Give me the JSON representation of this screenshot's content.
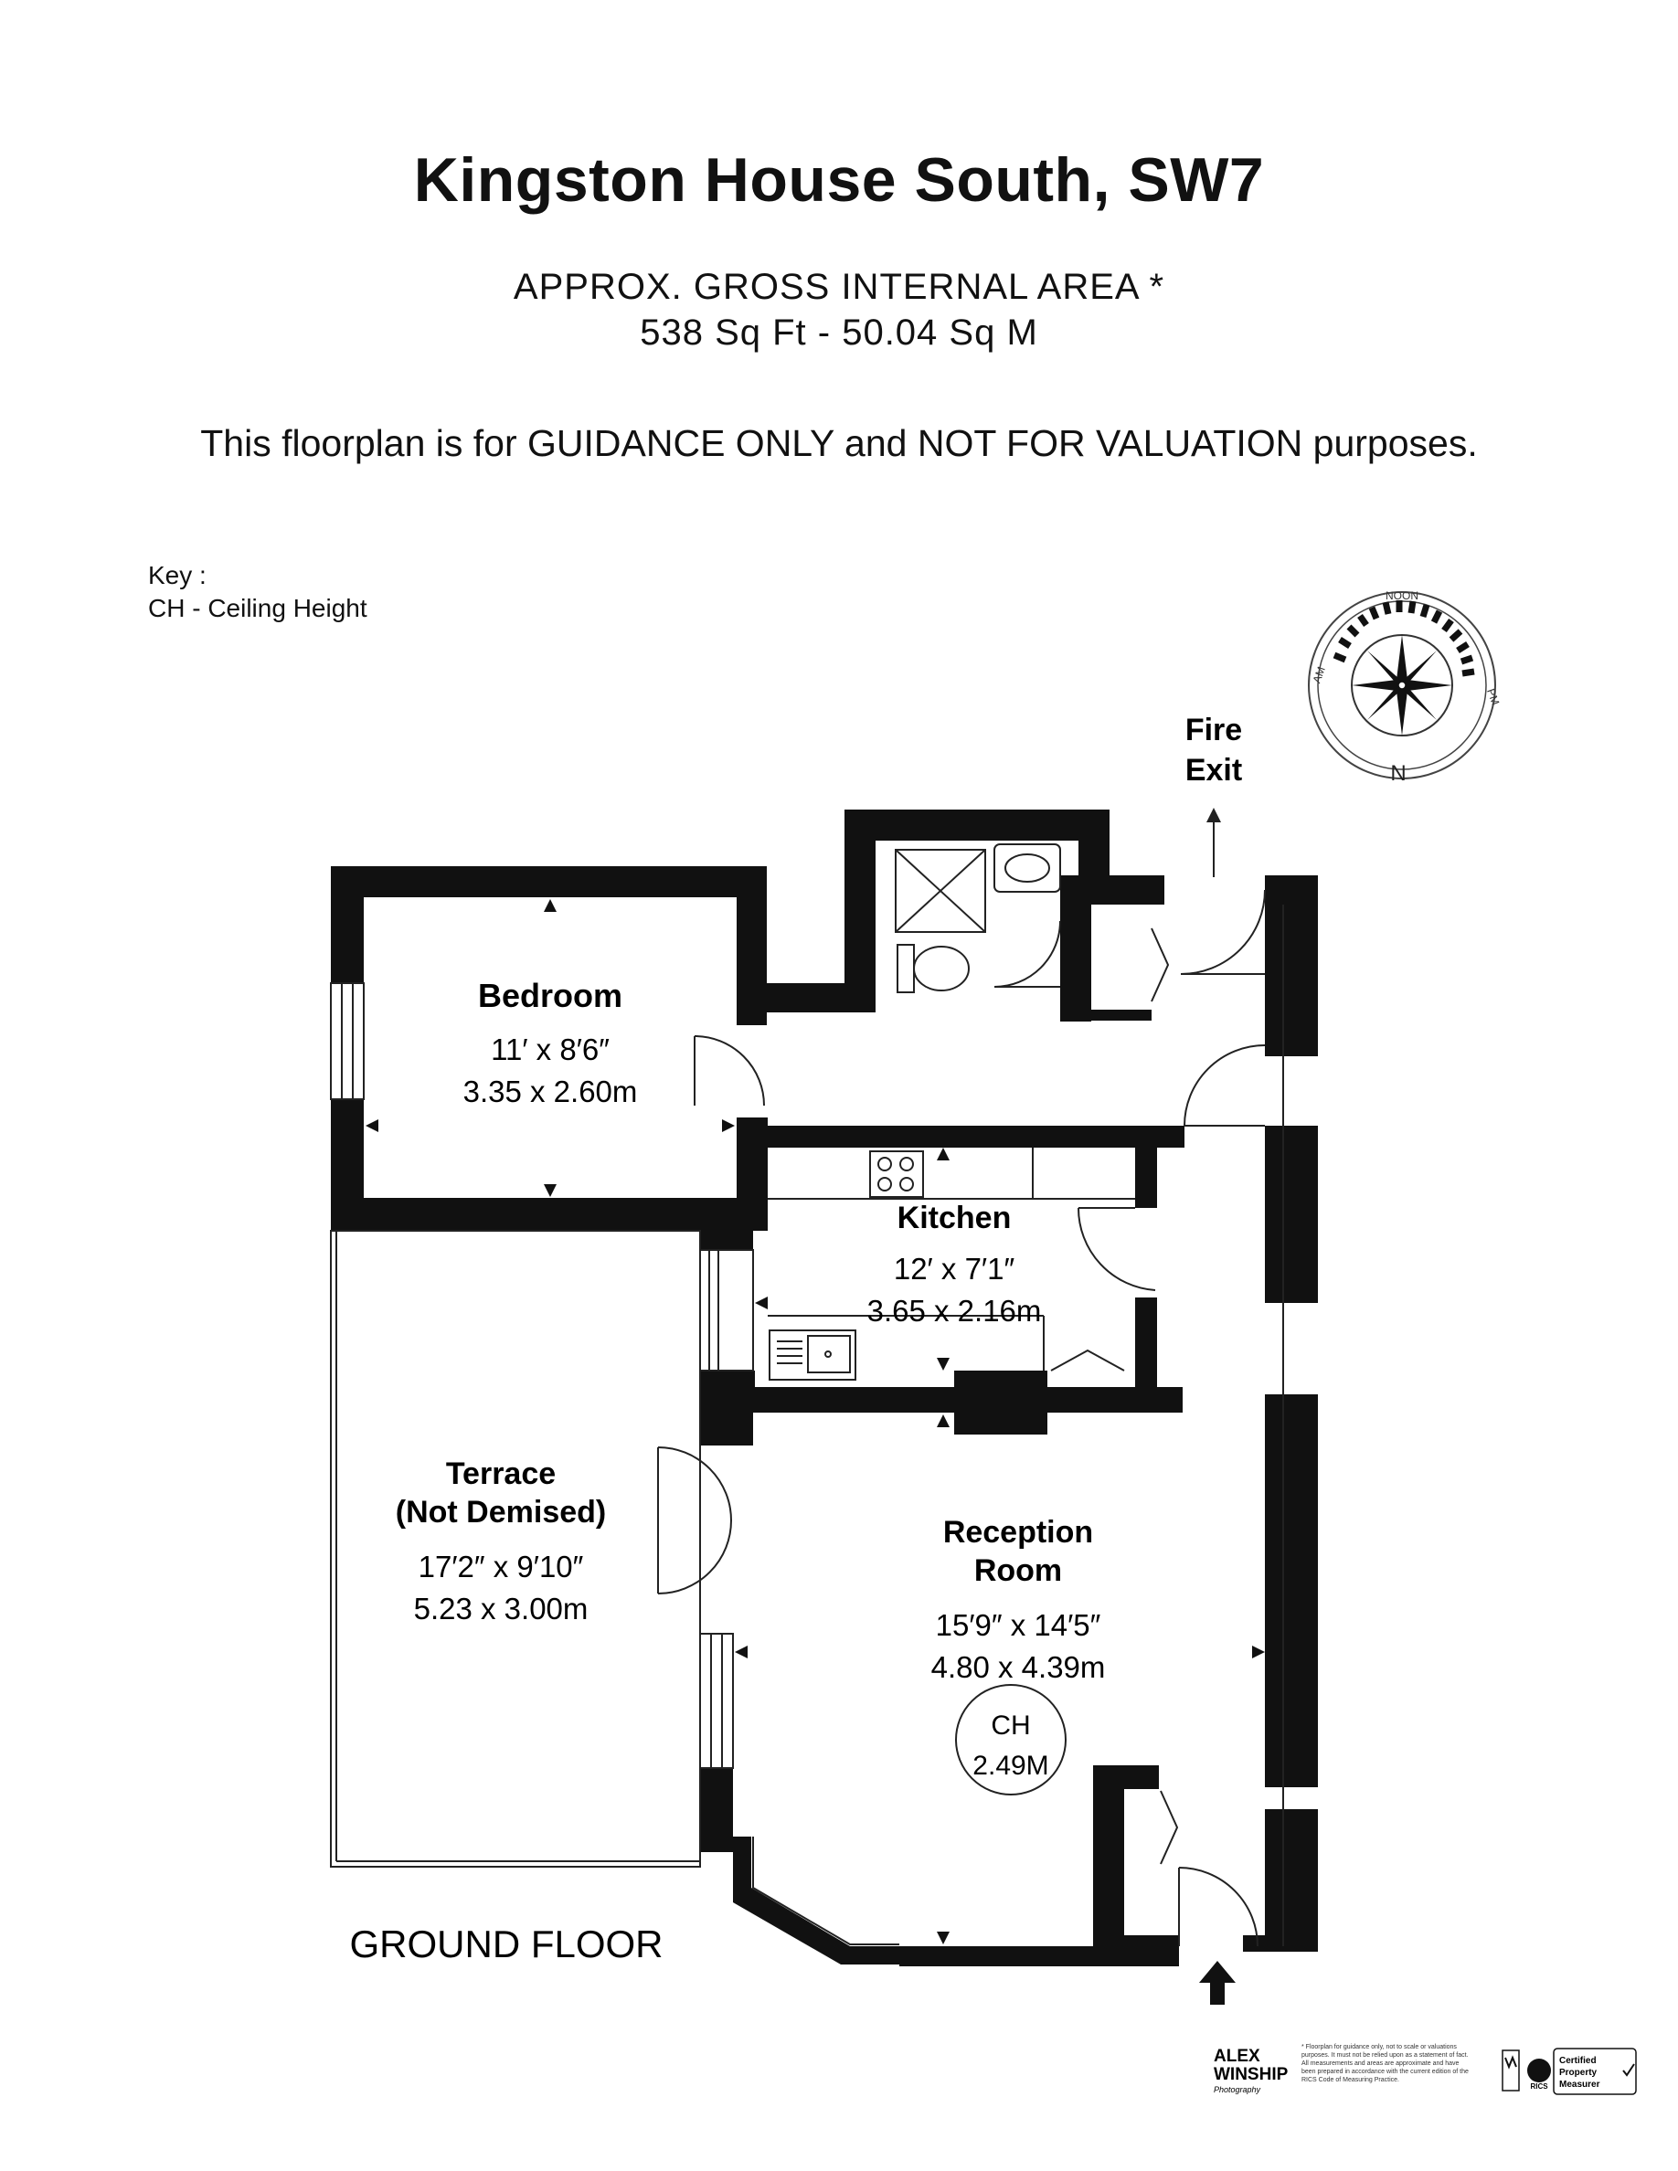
{
  "header": {
    "title": "Kingston House South, SW7",
    "area_label": "APPROX. GROSS INTERNAL  AREA *",
    "area_value": "538 Sq Ft  -  50.04 Sq M",
    "disclaimer": "This floorplan is for GUIDANCE ONLY and NOT FOR VALUATION purposes."
  },
  "key": {
    "title": "Key :",
    "item": "CH - Ceiling Height"
  },
  "rooms": {
    "bedroom": {
      "name": "Bedroom",
      "imperial": "11′ x 8′6″",
      "metric": "3.35 x 2.60m"
    },
    "kitchen": {
      "name": "Kitchen",
      "imperial": "12′ x 7′1″",
      "metric": "3.65 x 2.16m"
    },
    "terrace": {
      "name_line1": "Terrace",
      "name_line2": "(Not Demised)",
      "imperial": "17′2″ x 9′10″",
      "metric": "5.23 x 3.00m"
    },
    "reception": {
      "name_line1": "Reception",
      "name_line2": "Room",
      "imperial": "15′9″ x 14′5″",
      "metric": "4.80 x 4.39m"
    }
  },
  "ceiling_height": {
    "label": "CH",
    "value": "2.49M"
  },
  "fire_exit": {
    "line1": "Fire",
    "line2": "Exit"
  },
  "floor_label": "GROUND FLOOR",
  "compass": {
    "noon": "NOON",
    "am": "AM",
    "pm": "PM",
    "north": "N"
  },
  "footer": {
    "brand_line1": "ALEX",
    "brand_line2": "WINSHIP",
    "brand_line3": "Photography",
    "fine_print": "* Floorplan for guidance only, not to scale or valuations purposes. It must not be relied upon as a statement of fact. All measurements and areas are approximate and have been prepared in accordance with the current edition of the RICS Code of Measuring Practice.",
    "rics": "RICS",
    "certified_line1": "Certified",
    "certified_line2": "Property",
    "certified_line3": "Measurer"
  }
}
